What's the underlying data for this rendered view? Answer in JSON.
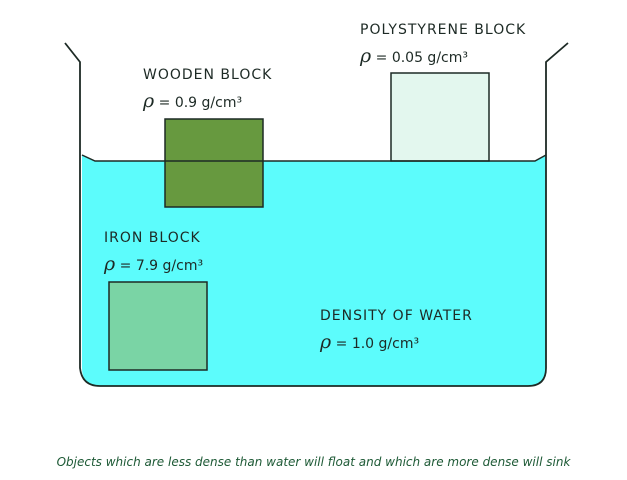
{
  "colors": {
    "water": "#5cfcfc",
    "wood": "#67993f",
    "iron": "#7ad4a5",
    "polystyrene": "#e3f7ee",
    "outline": "#1d2a25",
    "caption": "#1e5a36"
  },
  "blocks": {
    "wooden": {
      "label": "WOODEN BLOCK",
      "density": "0.9 g/cm³"
    },
    "polystyrene": {
      "label": "POLYSTYRENE BLOCK",
      "density": "0.05 g/cm³"
    },
    "iron": {
      "label": "IRON BLOCK",
      "density": "7.9 g/cm³"
    }
  },
  "water": {
    "label": "DENSITY OF WATER",
    "density": "1.0 g/cm³"
  },
  "rho_symbol": "ρ",
  "equals": "=",
  "caption": "Objects which are less dense than water will float and which are more dense will sink"
}
